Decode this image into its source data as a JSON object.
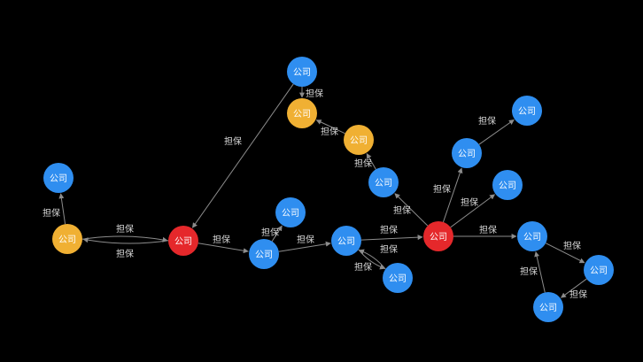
{
  "colors": {
    "background": "#000000",
    "blue": "#2f8ef0",
    "red": "#e5282b",
    "orange": "#f0b033",
    "edge": "#8c8c8c",
    "edge_label": "#d8d8d8",
    "node_text": "#ffffff"
  },
  "node_label": "公司",
  "edge_label": "担保",
  "nodes": [
    {
      "id": "n1",
      "type": "blue"
    },
    {
      "id": "n2",
      "type": "orange"
    },
    {
      "id": "n3",
      "type": "red"
    },
    {
      "id": "n4",
      "type": "blue"
    },
    {
      "id": "n5",
      "type": "orange"
    },
    {
      "id": "n6",
      "type": "orange"
    },
    {
      "id": "n7",
      "type": "blue"
    },
    {
      "id": "n8",
      "type": "blue"
    },
    {
      "id": "n9",
      "type": "blue"
    },
    {
      "id": "n10",
      "type": "blue"
    },
    {
      "id": "n11",
      "type": "blue"
    },
    {
      "id": "n12",
      "type": "red"
    },
    {
      "id": "n13",
      "type": "blue"
    },
    {
      "id": "n14",
      "type": "blue"
    },
    {
      "id": "n15",
      "type": "blue"
    },
    {
      "id": "n16",
      "type": "blue"
    },
    {
      "id": "n17",
      "type": "blue"
    },
    {
      "id": "n18",
      "type": "blue"
    }
  ],
  "edges": [
    {
      "from": "n2",
      "to": "n1"
    },
    {
      "from": "n2",
      "to": "n3"
    },
    {
      "from": "n3",
      "to": "n2"
    },
    {
      "from": "n4",
      "to": "n3"
    },
    {
      "from": "n4",
      "to": "n5"
    },
    {
      "from": "n6",
      "to": "n5"
    },
    {
      "from": "n7",
      "to": "n6"
    },
    {
      "from": "n3",
      "to": "n8"
    },
    {
      "from": "n8",
      "to": "n9"
    },
    {
      "from": "n8",
      "to": "n10"
    },
    {
      "from": "n10",
      "to": "n11"
    },
    {
      "from": "n11",
      "to": "n10"
    },
    {
      "from": "n10",
      "to": "n12"
    },
    {
      "from": "n12",
      "to": "n7"
    },
    {
      "from": "n12",
      "to": "n13"
    },
    {
      "from": "n13",
      "to": "n14"
    },
    {
      "from": "n12",
      "to": "n15"
    },
    {
      "from": "n12",
      "to": "n16"
    },
    {
      "from": "n16",
      "to": "n17"
    },
    {
      "from": "n17",
      "to": "n18"
    },
    {
      "from": "n18",
      "to": "n16"
    }
  ]
}
